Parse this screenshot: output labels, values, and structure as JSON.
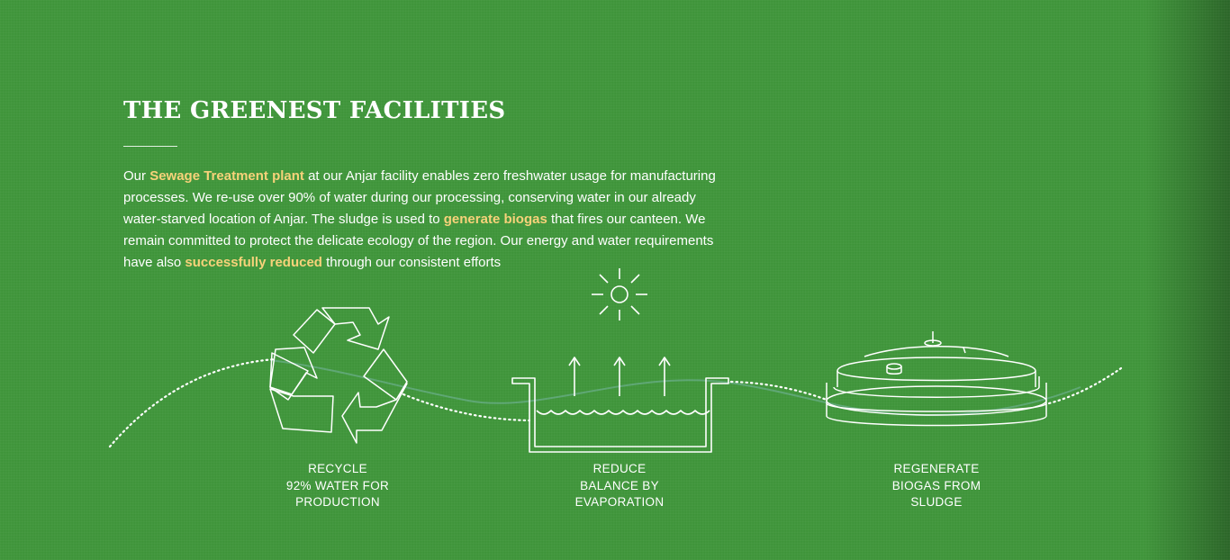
{
  "section": {
    "title": "THE GREENEST FACILITIES"
  },
  "intro": {
    "t1": "Our ",
    "h1": "Sewage Treatment plant",
    "t2": " at our Anjar facility enables zero freshwater usage for manufacturing processes. We re-use over 90% of water during our processing, conserving water in our already water-starved location of Anjar. The sludge is used to ",
    "h2": "generate biogas",
    "t3": " that fires our canteen. We remain committed to protect the delicate ecology of the region. Our energy and water requirements have also ",
    "h3": "successfully reduced",
    "t4": " through our consistent efforts"
  },
  "steps": [
    {
      "line1": "RECYCLE",
      "line2": "92% WATER FOR",
      "line3": "PRODUCTION",
      "icon": "recycle-icon"
    },
    {
      "line1": "REDUCE",
      "line2": "BALANCE BY",
      "line3": "EVAPORATION",
      "icon": "evaporation-tank-icon"
    },
    {
      "line1": "REGENERATE",
      "line2": "BIOGAS FROM",
      "line3": "SLUDGE",
      "icon": "biogas-digester-icon"
    }
  ],
  "colors": {
    "background": "#3f963a",
    "highlight": "#f7d27a",
    "line": "#ffffff"
  }
}
